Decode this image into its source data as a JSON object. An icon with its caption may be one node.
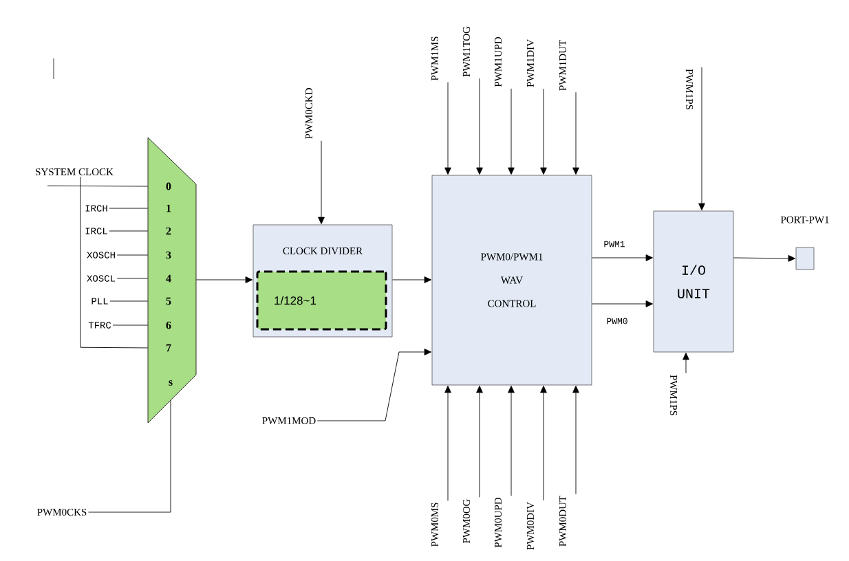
{
  "diagram": {
    "nodes": [
      {
        "text": [
          "0",
          "1",
          "2",
          "3",
          "4",
          "5",
          "6",
          "7",
          "s"
        ]
      },
      {
        "text": [
          "SYSTEM CLOCK"
        ]
      },
      {
        "text": [
          "IRCH"
        ]
      },
      {
        "text": [
          "IRCL"
        ]
      },
      {
        "text": [
          "XOSCH"
        ]
      },
      {
        "text": [
          "XOSCL"
        ]
      },
      {
        "text": [
          "PLL"
        ]
      },
      {
        "text": [
          "TFRC"
        ]
      },
      {
        "text": [
          "PWM0CKS"
        ]
      },
      {
        "text": [
          "CLOCK DIVIDER"
        ]
      },
      {
        "text": [
          "1/128~1"
        ],
        "in": 9
      },
      {
        "text": [
          "PWM0CKD"
        ]
      },
      {
        "text": [
          "PWM0/PWM1 WAV CONTROL"
        ]
      },
      {
        "text": [
          "PWM1MS"
        ]
      },
      {
        "text": [
          "PWM1TOG"
        ]
      },
      {
        "text": [
          "PWM1UPD"
        ]
      },
      {
        "text": [
          "PWM1DIV"
        ]
      },
      {
        "text": [
          "PWM1DUT"
        ]
      },
      {
        "text": [
          "PWM0MS"
        ]
      },
      {
        "text": [
          "PWM0OG"
        ]
      },
      {
        "text": [
          "PWM0UPD"
        ]
      },
      {
        "text": [
          "PWM0DIV"
        ]
      },
      {
        "text": [
          "PWM0DUT"
        ]
      },
      {
        "text": [
          "PWM1MOD"
        ]
      },
      {
        "text": [
          "I/O UNIT"
        ]
      },
      {
        "text": [
          "PWM1PS"
        ]
      },
      {
        "text": [
          "PWM1PS"
        ]
      },
      {
        "text": [],
        "shape": "box",
        "beside": [
          "PORT-PW1"
        ]
      }
    ],
    "edges": [
      {
        "from": 1,
        "to": 0,
        "arrow": "none"
      },
      {
        "from": 1,
        "to": 0,
        "arrow": "none"
      },
      {
        "from": 2,
        "to": 0,
        "arrow": "none"
      },
      {
        "from": 3,
        "to": 0,
        "arrow": "none"
      },
      {
        "from": 4,
        "to": 0,
        "arrow": "none"
      },
      {
        "from": 5,
        "to": 0,
        "arrow": "none"
      },
      {
        "from": 6,
        "to": 0,
        "arrow": "none"
      },
      {
        "from": 7,
        "to": 0,
        "arrow": "none"
      },
      {
        "from": 8,
        "to": 0,
        "arrow": "none"
      },
      {
        "from": 0,
        "to": 9,
        "arrow": "to"
      },
      {
        "from": 11,
        "to": 9,
        "arrow": "to"
      },
      {
        "from": 9,
        "to": 12,
        "arrow": "to"
      },
      {
        "from": 23,
        "to": 12,
        "arrow": "to"
      },
      {
        "from": 13,
        "to": 12,
        "arrow": "to"
      },
      {
        "from": 14,
        "to": 12,
        "arrow": "to"
      },
      {
        "from": 15,
        "to": 12,
        "arrow": "to"
      },
      {
        "from": 16,
        "to": 12,
        "arrow": "to"
      },
      {
        "from": 17,
        "to": 12,
        "arrow": "to"
      },
      {
        "from": 18,
        "to": 12,
        "arrow": "to"
      },
      {
        "from": 19,
        "to": 12,
        "arrow": "to"
      },
      {
        "from": 20,
        "to": 12,
        "arrow": "to"
      },
      {
        "from": 21,
        "to": 12,
        "arrow": "to"
      },
      {
        "from": 22,
        "to": 12,
        "arrow": "to"
      },
      {
        "from": 12,
        "to": 24,
        "arrow": "to",
        "label": "PWM1"
      },
      {
        "from": 12,
        "to": 24,
        "arrow": "to",
        "label": "PWM0"
      },
      {
        "from": 25,
        "to": 24,
        "arrow": "to"
      },
      {
        "from": 26,
        "to": 24,
        "arrow": "to"
      },
      {
        "from": 24,
        "to": 27,
        "arrow": "to"
      }
    ]
  }
}
